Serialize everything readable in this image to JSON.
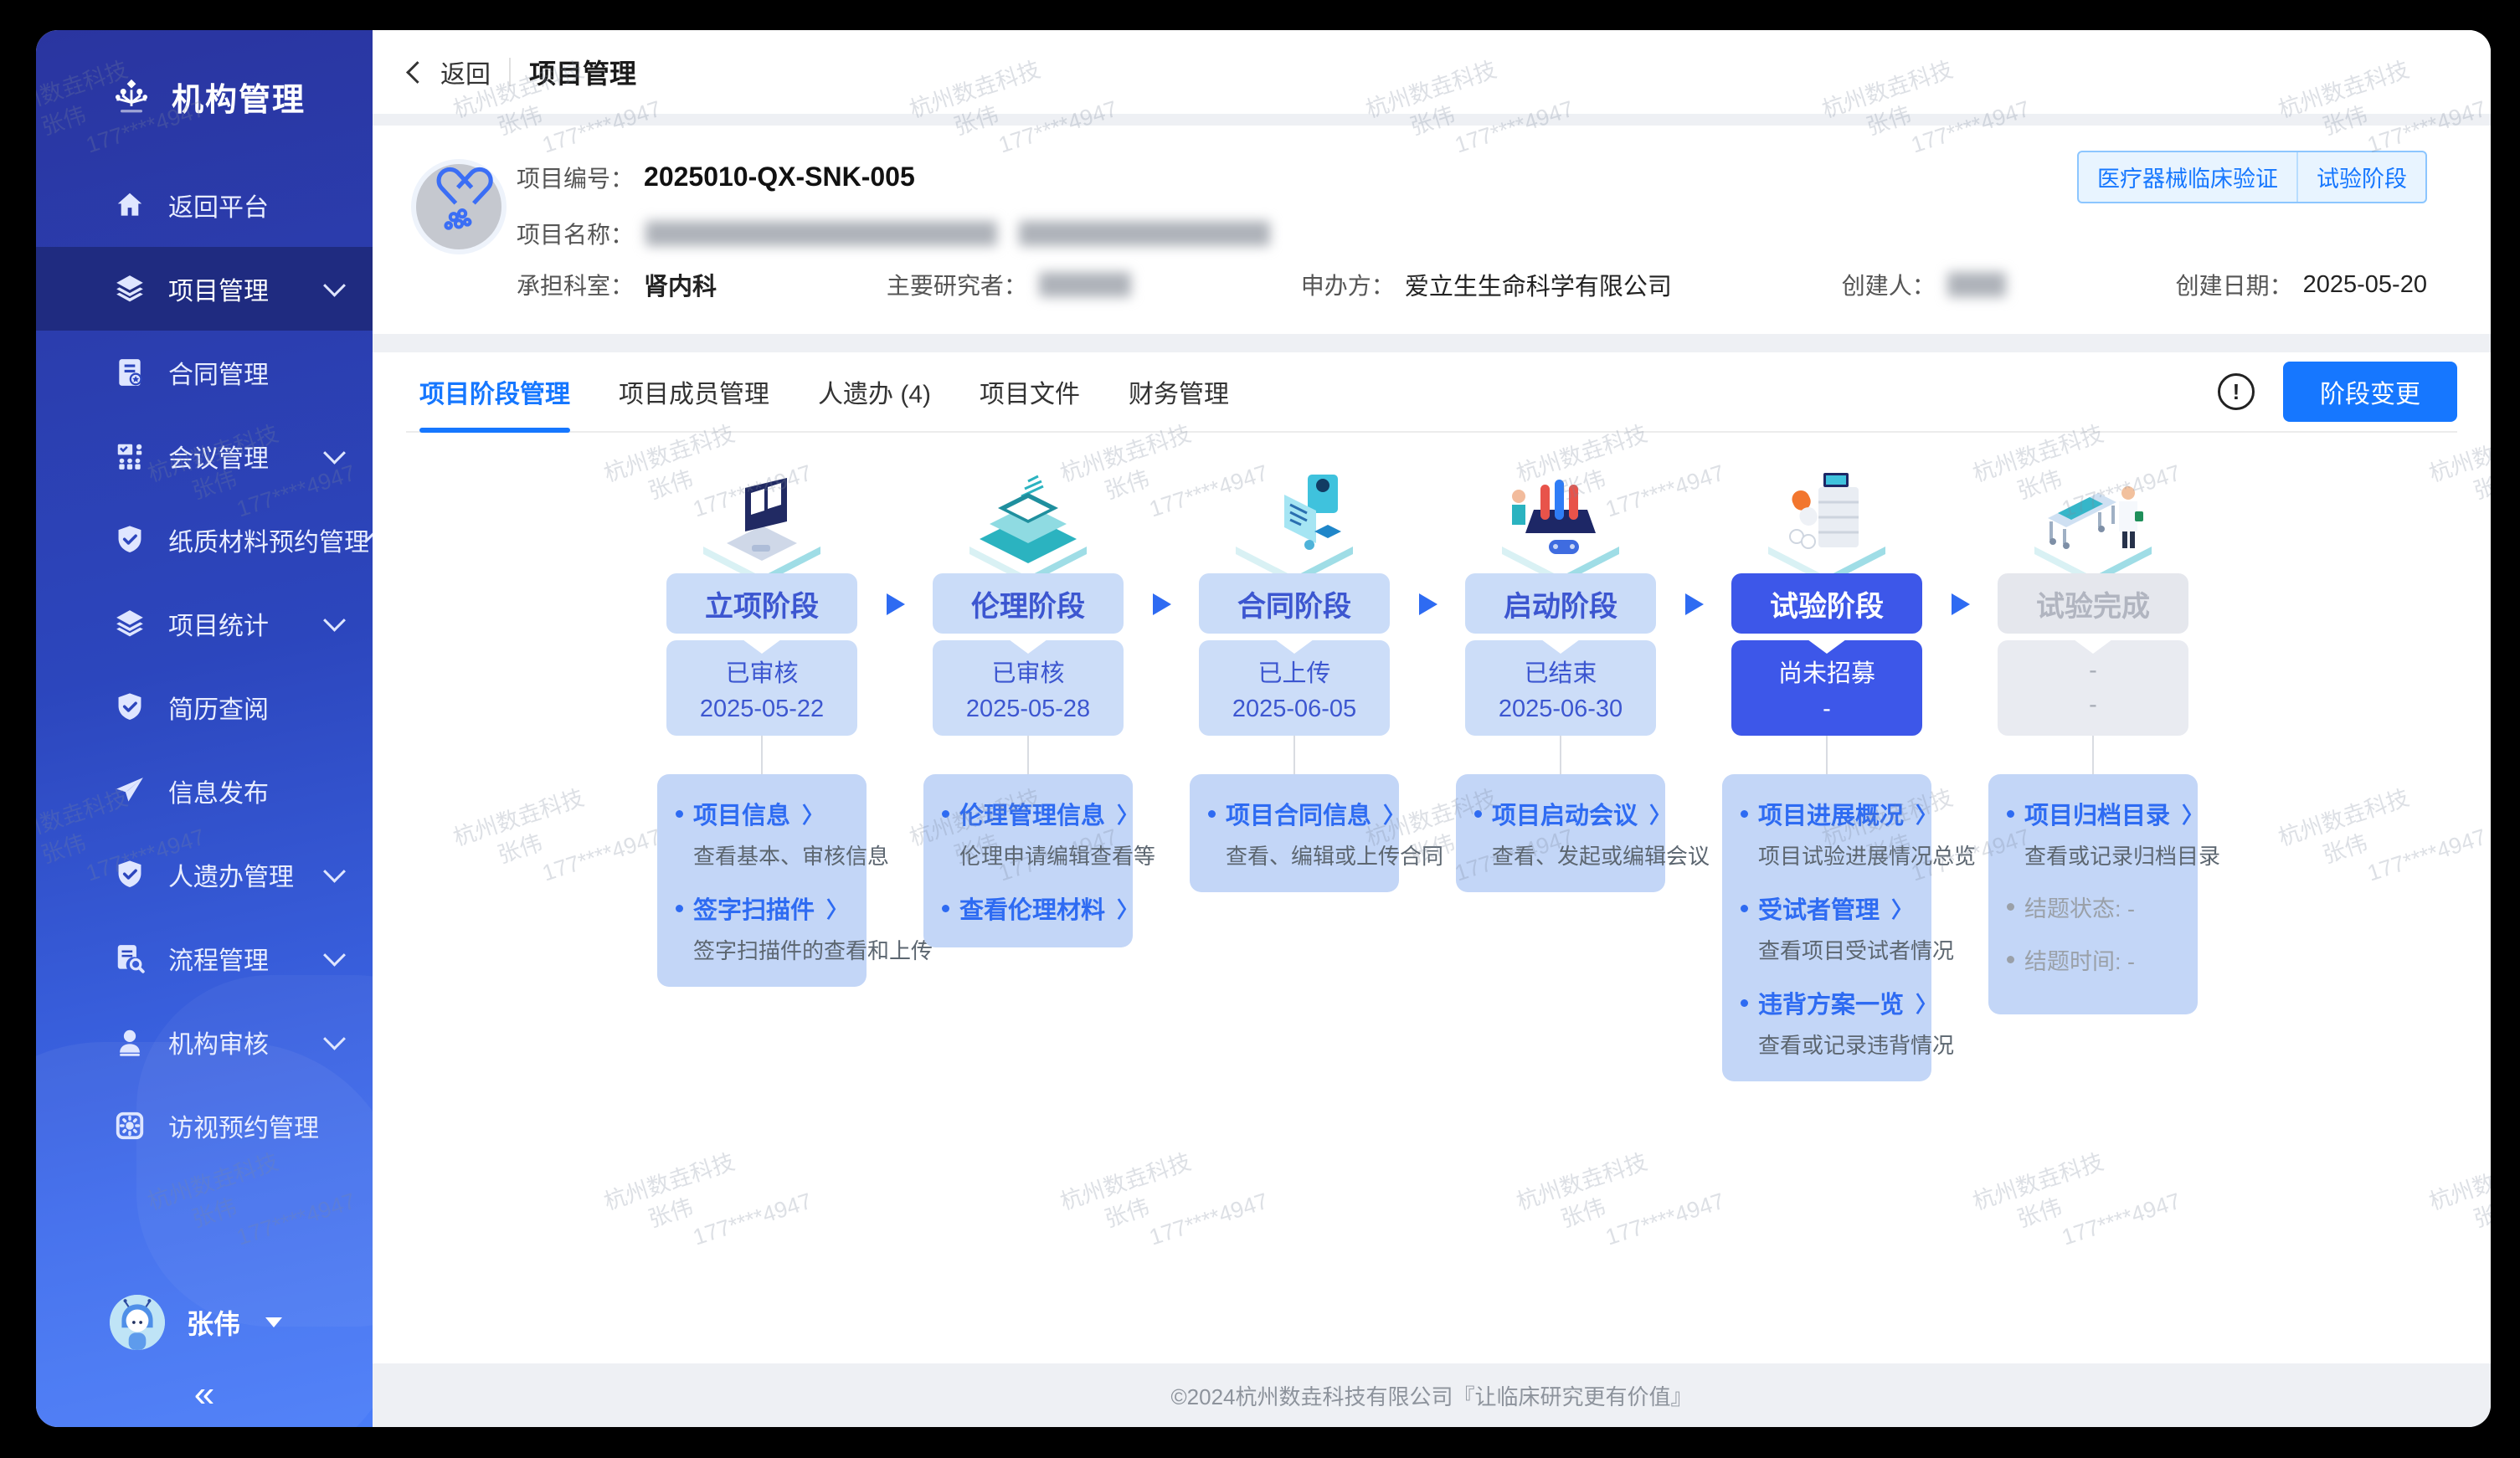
{
  "app": {
    "window_title": "机构管理"
  },
  "sidebar": {
    "logo_title": "机构管理",
    "items": [
      {
        "label": "返回平台",
        "icon": "home-icon",
        "expandable": false,
        "active": false
      },
      {
        "label": "项目管理",
        "icon": "layers-icon",
        "expandable": true,
        "active": true
      },
      {
        "label": "合同管理",
        "icon": "contract-icon",
        "expandable": false,
        "active": false
      },
      {
        "label": "会议管理",
        "icon": "meeting-icon",
        "expandable": true,
        "active": false
      },
      {
        "label": "纸质材料预约管理",
        "icon": "shield-check-icon",
        "expandable": true,
        "active": false
      },
      {
        "label": "项目统计",
        "icon": "stats-layers-icon",
        "expandable": true,
        "active": false
      },
      {
        "label": "简历查阅",
        "icon": "shield-check-icon",
        "expandable": false,
        "active": false
      },
      {
        "label": "信息发布",
        "icon": "send-icon",
        "expandable": false,
        "active": false
      },
      {
        "label": "人遗办管理",
        "icon": "shield-check-icon",
        "expandable": true,
        "active": false
      },
      {
        "label": "流程管理",
        "icon": "process-doc-icon",
        "expandable": true,
        "active": false
      },
      {
        "label": "机构审核",
        "icon": "person-icon",
        "expandable": true,
        "active": false
      },
      {
        "label": "访视预约管理",
        "icon": "visit-gear-icon",
        "expandable": false,
        "active": false
      }
    ],
    "user": {
      "name": "张伟"
    },
    "collapse_glyph": "«"
  },
  "breadcrumb": {
    "back": "返回",
    "title": "项目管理"
  },
  "project": {
    "code_label": "项目编号：",
    "code": "2025010-QX-SNK-005",
    "name_label": "项目名称：",
    "dept_label": "承担科室：",
    "dept": "肾内科",
    "pi_label": "主要研究者：",
    "sponsor_label": "申办方：",
    "sponsor": "爱立生生命科学有限公司",
    "creator_label": "创建人：",
    "created_label": "创建日期：",
    "created": "2025-05-20",
    "badges": [
      "医疗器械临床验证",
      "试验阶段"
    ]
  },
  "tabs": [
    {
      "label": "项目阶段管理",
      "active": true
    },
    {
      "label": "项目成员管理",
      "active": false
    },
    {
      "label": "人遗办 (4)",
      "active": false
    },
    {
      "label": "项目文件",
      "active": false
    },
    {
      "label": "财务管理",
      "active": false
    }
  ],
  "actions": {
    "stage_change": "阶段变更",
    "info_glyph": "!"
  },
  "stages": [
    {
      "name": "立项阶段",
      "status": "已审核",
      "date": "2025-05-22",
      "state": "done",
      "links": [
        {
          "label": "项目信息",
          "desc": "查看基本、审核信息"
        },
        {
          "label": "签字扫描件",
          "desc": "签字扫描件的查看和上传"
        }
      ],
      "extras": []
    },
    {
      "name": "伦理阶段",
      "status": "已审核",
      "date": "2025-05-28",
      "state": "done",
      "links": [
        {
          "label": "伦理管理信息",
          "desc": "伦理申请编辑查看等"
        },
        {
          "label": "查看伦理材料",
          "desc": ""
        }
      ],
      "extras": []
    },
    {
      "name": "合同阶段",
      "status": "已上传",
      "date": "2025-06-05",
      "state": "done",
      "links": [
        {
          "label": "项目合同信息",
          "desc": "查看、编辑或上传合同"
        }
      ],
      "extras": []
    },
    {
      "name": "启动阶段",
      "status": "已结束",
      "date": "2025-06-30",
      "state": "done",
      "links": [
        {
          "label": "项目启动会议",
          "desc": "查看、发起或编辑会议"
        }
      ],
      "extras": []
    },
    {
      "name": "试验阶段",
      "status": "尚未招募",
      "date": "-",
      "state": "active",
      "links": [
        {
          "label": "项目进展概况",
          "desc": "项目试验进展情况总览"
        },
        {
          "label": "受试者管理",
          "desc": "查看项目受试者情况"
        },
        {
          "label": "违背方案一览",
          "desc": "查看或记录违背情况"
        }
      ],
      "extras": []
    },
    {
      "name": "试验完成",
      "status": "-",
      "date": "-",
      "state": "future",
      "links": [
        {
          "label": "项目归档目录",
          "desc": "查看或记录归档目录"
        }
      ],
      "extras": [
        "结题状态: -",
        "结题时间: -"
      ]
    }
  ],
  "footer": {
    "copyright": "©2024杭州数垚科技有限公司『让临床研究更有价值』"
  },
  "watermark": {
    "lines": [
      "杭州数垚科技",
      "张伟",
      "177****4947"
    ]
  },
  "colors": {
    "accent": "#1677ff",
    "active_stage": "#3d57e9",
    "sidebar_active": "#1f2b80"
  }
}
